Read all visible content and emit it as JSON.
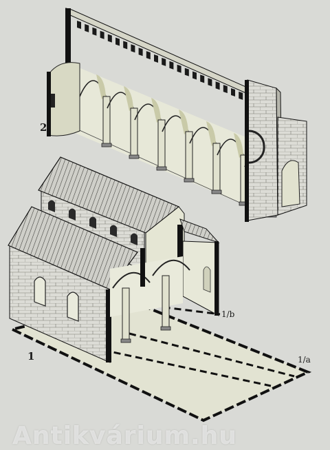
{
  "labels": {
    "reconstruction_upper": "2",
    "reconstruction_lower": "1",
    "floor_plan": "1/a",
    "section": "1/b"
  },
  "watermark": "Antikvárium.hu",
  "colors": {
    "background": "#d9dad6",
    "ink": "#1c1c1c",
    "interior": "#e7e8d8",
    "shadow": "#c9caa8",
    "wall": "#dcdcd6"
  }
}
